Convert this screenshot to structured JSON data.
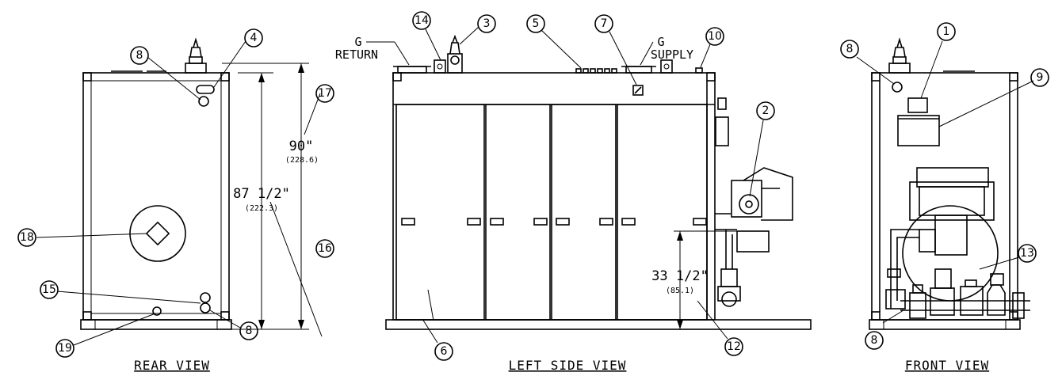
{
  "views": {
    "rear": "REAR VIEW",
    "left_side": "LEFT SIDE VIEW",
    "front": "FRONT VIEW"
  },
  "labels": {
    "g_return_1": "G",
    "g_return_2": "RETURN",
    "g_supply_1": "G",
    "g_supply_2": "SUPPLY"
  },
  "dimensions": {
    "height_90": "90\"",
    "height_90_mm": "(228.6)",
    "height_87": "87 1/2\"",
    "height_87_mm": "(222.3)",
    "height_33": "33 1/2\"",
    "height_33_mm": "(85.1)"
  },
  "callouts": {
    "c1": "1",
    "c2": "2",
    "c3": "3",
    "c4": "4",
    "c5": "5",
    "c6": "6",
    "c7": "7",
    "c8": "8",
    "c9": "9",
    "c10": "10",
    "c12": "12",
    "c13": "13",
    "c14": "14",
    "c15": "15",
    "c16": "16",
    "c17": "17",
    "c18": "18",
    "c19": "19"
  }
}
